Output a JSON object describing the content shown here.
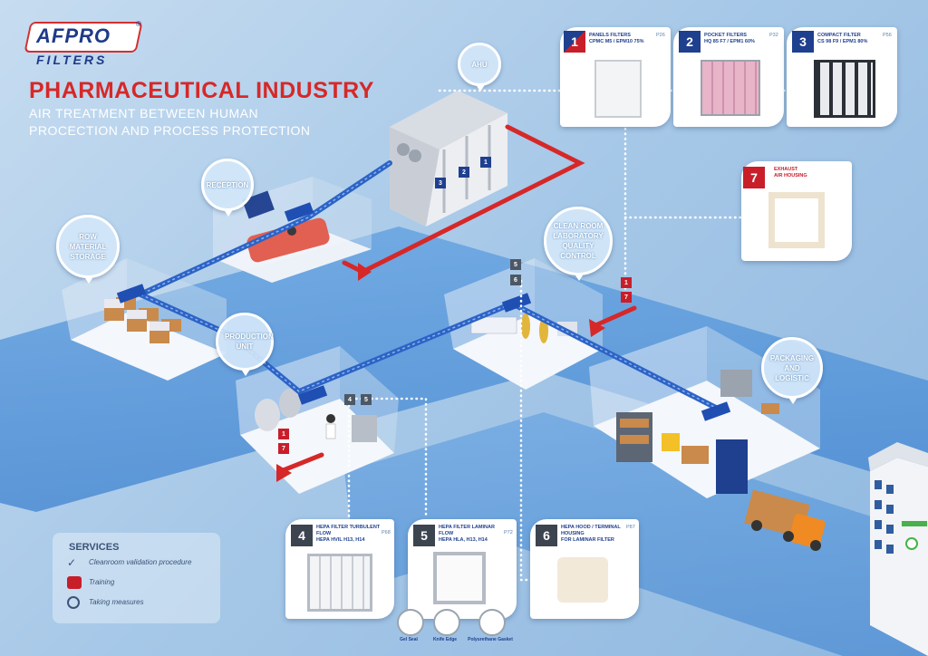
{
  "brand": {
    "name": "AFPRO",
    "sub": "FILTERS",
    "reg": "®"
  },
  "header": {
    "title": "PHARMACEUTICAL INDUSTRY",
    "subtitle": "AIR TREATMENT BETWEEN HUMAN PROCECTION AND PROCESS PROTECTION"
  },
  "zones": {
    "ahu": "AHU",
    "reception": "RECEPTION",
    "storage": "ROW MATERIAL STORAGE",
    "clean_room": "CLEAN ROOM LABORATORY QUALITY CONTROL",
    "production": "PRODUCTION UNIT",
    "packaging": "PACKAGING AND LOGISTIC"
  },
  "filters": [
    {
      "num": "1",
      "title": "PANELS FILTERS",
      "spec": "CPMC M5 / EPM10 75%",
      "page": "P26"
    },
    {
      "num": "2",
      "title": "POCKET FILTERS",
      "spec": "HQ 85 F7 / EPM1 60%",
      "page": "P32"
    },
    {
      "num": "3",
      "title": "COMPACT FILTER",
      "spec": "CS 98 F9 / EPM1 80%",
      "page": "P56"
    },
    {
      "num": "7",
      "title": "EXHAUST",
      "spec": "AIR HOUSING",
      "page": ""
    },
    {
      "num": "4",
      "title": "HEPA FILTER Turbulent flow",
      "spec": "HEPA HVIL H13, H14",
      "page": "P68"
    },
    {
      "num": "5",
      "title": "HEPA FILTER Laminar flow",
      "spec": "HEPA HLA, H13, H14",
      "page": "P72"
    },
    {
      "num": "6",
      "title": "HEPA HOOD / TERMINAL HOUSING",
      "spec": "FOR LAMINAR FILTER",
      "page": "P87"
    }
  ],
  "gaskets": [
    "Gel Seal",
    "Knife Edge",
    "Polyurethane Gasket"
  ],
  "ahu_tags": [
    "1",
    "2",
    "3"
  ],
  "clean_room_tags": [
    "5",
    "6"
  ],
  "exhaust_tags": [
    "1",
    "7"
  ],
  "production_tags": [
    "4",
    "5"
  ],
  "production_red_tags": [
    "1",
    "7"
  ],
  "services": {
    "title": "SERVICES",
    "items": [
      "Cleanroom validation procedure",
      "Training",
      "Taking measures"
    ]
  },
  "colors": {
    "brand_blue": "#1f3f8f",
    "brand_red": "#c81e2a",
    "duct_blue": "#2c63c7",
    "duct_red": "#d62828"
  }
}
